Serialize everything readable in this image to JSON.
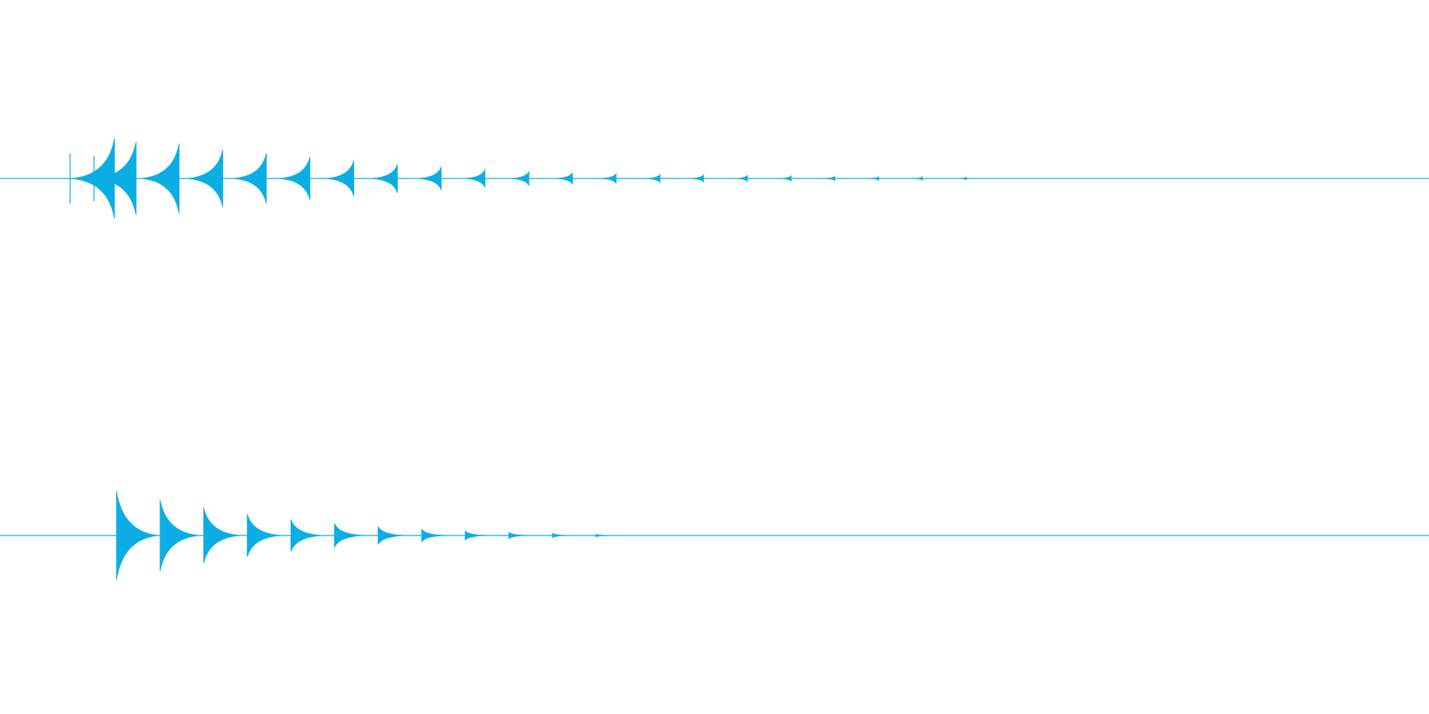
{
  "colors": {
    "background": "#ffffff",
    "waveform": "#0aaee4"
  },
  "channels": [
    {
      "name": "",
      "pulses": [
        {
          "t": 0.0801,
          "amp": 0.09,
          "onset": 0.05,
          "decay": 0.36,
          "mode": "swell"
        },
        {
          "t": 0.0952,
          "amp": 0.082,
          "onset": 0.015,
          "decay": 0.34,
          "mode": "swell"
        },
        {
          "t": 0.1253,
          "amp": 0.078,
          "onset": 0.0,
          "decay": 0.32,
          "mode": "swell"
        },
        {
          "t": 0.1558,
          "amp": 0.064,
          "onset": 0.0,
          "decay": 0.3,
          "mode": "swell"
        },
        {
          "t": 0.1863,
          "amp": 0.056,
          "onset": 0.0,
          "decay": 0.28,
          "mode": "swell"
        },
        {
          "t": 0.2168,
          "amp": 0.048,
          "onset": 0.0,
          "decay": 0.26,
          "mode": "swell"
        },
        {
          "t": 0.2475,
          "amp": 0.04,
          "onset": 0.0,
          "decay": 0.24,
          "mode": "swell"
        },
        {
          "t": 0.278,
          "amp": 0.032,
          "onset": 0.0,
          "decay": 0.22,
          "mode": "swell"
        },
        {
          "t": 0.3087,
          "amp": 0.026,
          "onset": 0.0,
          "decay": 0.2,
          "mode": "swell"
        },
        {
          "t": 0.3393,
          "amp": 0.02,
          "onset": 0.0,
          "decay": 0.18,
          "mode": "swell"
        },
        {
          "t": 0.37,
          "amp": 0.016,
          "onset": 0.0,
          "decay": 0.16,
          "mode": "swell"
        },
        {
          "t": 0.4005,
          "amp": 0.013,
          "onset": 0.0,
          "decay": 0.15,
          "mode": "swell"
        },
        {
          "t": 0.431,
          "amp": 0.011,
          "onset": 0.0,
          "decay": 0.14,
          "mode": "swell"
        },
        {
          "t": 0.4617,
          "amp": 0.009,
          "onset": 0.0,
          "decay": 0.13,
          "mode": "swell"
        },
        {
          "t": 0.4922,
          "amp": 0.008,
          "onset": 0.0,
          "decay": 0.12,
          "mode": "swell"
        },
        {
          "t": 0.5228,
          "amp": 0.007,
          "onset": 0.0,
          "decay": 0.11,
          "mode": "swell"
        },
        {
          "t": 0.5535,
          "amp": 0.006,
          "onset": 0.0,
          "decay": 0.1,
          "mode": "swell"
        },
        {
          "t": 0.584,
          "amp": 0.005,
          "onset": 0.0,
          "decay": 0.1,
          "mode": "swell"
        },
        {
          "t": 0.6147,
          "amp": 0.004,
          "onset": 0.0,
          "decay": 0.09,
          "mode": "swell"
        },
        {
          "t": 0.6453,
          "amp": 0.004,
          "onset": 0.0,
          "decay": 0.08,
          "mode": "swell"
        },
        {
          "t": 0.676,
          "amp": 0.003,
          "onset": 0.0,
          "decay": 0.08,
          "mode": "swell"
        }
      ]
    },
    {
      "name": "",
      "pulses": [
        {
          "t": 0.0815,
          "amp": 0.1,
          "decay": 0.35,
          "mode": "decay"
        },
        {
          "t": 0.112,
          "amp": 0.08,
          "decay": 0.33,
          "mode": "decay"
        },
        {
          "t": 0.1425,
          "amp": 0.062,
          "decay": 0.31,
          "mode": "decay"
        },
        {
          "t": 0.173,
          "amp": 0.048,
          "decay": 0.29,
          "mode": "decay"
        },
        {
          "t": 0.2035,
          "amp": 0.036,
          "decay": 0.27,
          "mode": "decay"
        },
        {
          "t": 0.234,
          "amp": 0.027,
          "decay": 0.25,
          "mode": "decay"
        },
        {
          "t": 0.2645,
          "amp": 0.02,
          "decay": 0.23,
          "mode": "decay"
        },
        {
          "t": 0.295,
          "amp": 0.014,
          "decay": 0.21,
          "mode": "decay"
        },
        {
          "t": 0.3255,
          "amp": 0.01,
          "decay": 0.19,
          "mode": "decay"
        },
        {
          "t": 0.356,
          "amp": 0.007,
          "decay": 0.17,
          "mode": "decay"
        },
        {
          "t": 0.3865,
          "amp": 0.005,
          "decay": 0.15,
          "mode": "decay"
        },
        {
          "t": 0.417,
          "amp": 0.003,
          "decay": 0.13,
          "mode": "decay"
        }
      ]
    }
  ]
}
